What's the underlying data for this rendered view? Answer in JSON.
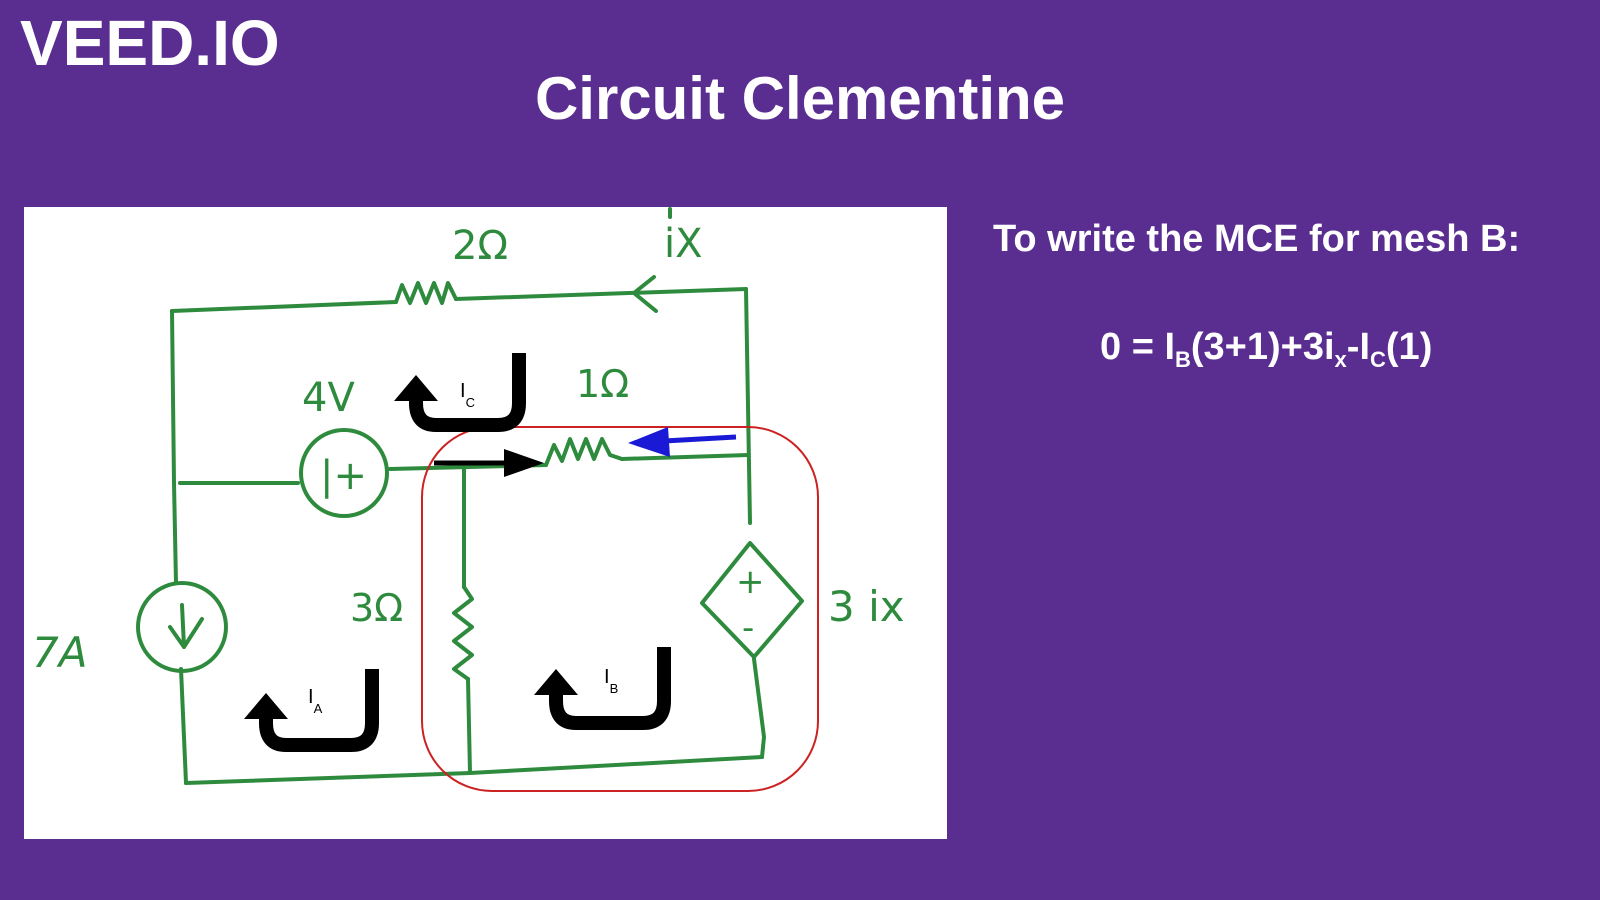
{
  "logo": "VEED.IO",
  "title": "Circuit Clementine",
  "heading": "To write the MCE for mesh B:",
  "equation": {
    "lhs": "0 = I",
    "sub1": "B",
    "mid1": "(3+1)+3i",
    "sub2": "x",
    "mid2": "-I",
    "sub3": "C",
    "end": "(1)"
  },
  "circuit": {
    "labels": {
      "r_top": "2Ω",
      "ix_top": "iX",
      "v_src": "4V",
      "r_mid": "1Ω",
      "r_3": "3Ω",
      "dep_src": "3 ix",
      "i_src": "7A",
      "plus_sign": "+",
      "minus_sign": "-",
      "vs_symbol": "|+"
    },
    "meshes": {
      "a": {
        "main": "I",
        "sub": "A"
      },
      "b": {
        "main": "I",
        "sub": "B"
      },
      "c": {
        "main": "I",
        "sub": "C"
      }
    },
    "colors": {
      "wire": "#2e8b3e",
      "mesh_outline": "#cc2222",
      "blue_arrow": "#1a1ad6",
      "mesh_arrow": "#000000"
    }
  }
}
